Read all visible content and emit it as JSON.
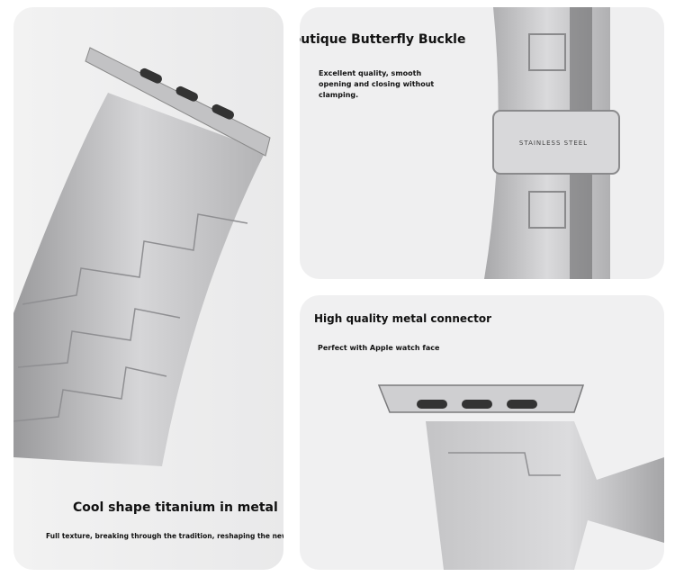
{
  "panels": {
    "left": {
      "title": "Cool shape titanium in metal",
      "subtitle": "Full texture, breaking through the tradition, reshaping the new fashion of the strap"
    },
    "top_right": {
      "title": "Boutique Butterfly Buckle",
      "subtitle": "Excellent quality, smooth opening and closing without clamping.",
      "buckle_engraving": "STAINLESS STEEL"
    },
    "bottom_right": {
      "title": "High quality metal connector",
      "subtitle": "Perfect with Apple watch face"
    }
  }
}
